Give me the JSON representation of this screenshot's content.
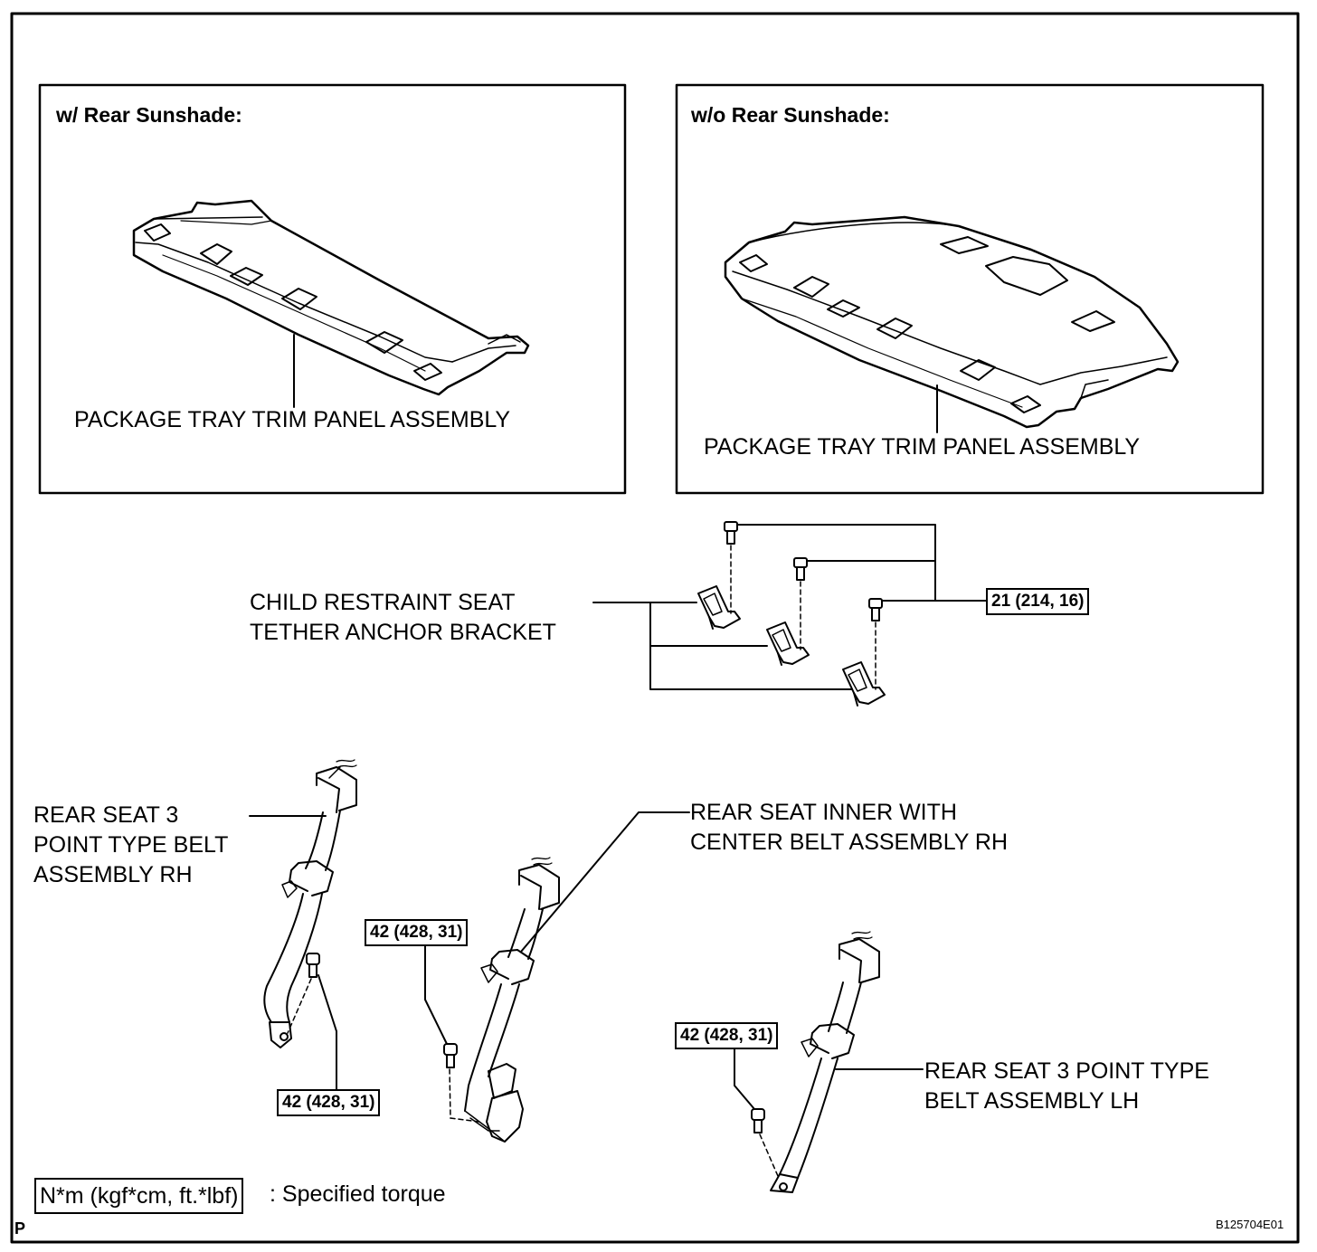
{
  "panels": {
    "with_sunshade": {
      "heading": "w/ Rear Sunshade:",
      "label": "PACKAGE TRAY TRIM PANEL ASSEMBLY"
    },
    "without_sunshade": {
      "heading": "w/o Rear Sunshade:",
      "label": "PACKAGE TRAY TRIM PANEL ASSEMBLY"
    }
  },
  "tether_bracket": {
    "label_lines": [
      "CHILD RESTRAINT SEAT",
      "TETHER ANCHOR BRACKET"
    ],
    "torque": "21 (214, 16)"
  },
  "belt_rh": {
    "label_lines": [
      "REAR SEAT 3",
      "POINT TYPE BELT",
      "ASSEMBLY RH"
    ],
    "torque": "42 (428, 31)"
  },
  "belt_center": {
    "label_lines": [
      "REAR SEAT INNER WITH",
      "CENTER BELT ASSEMBLY RH"
    ],
    "torque": "42 (428, 31)"
  },
  "belt_lh": {
    "label_lines": [
      "REAR SEAT 3 POINT TYPE",
      "BELT ASSEMBLY LH"
    ],
    "torque": "42 (428, 31)"
  },
  "legend": {
    "unit": "N*m (kgf*cm, ft.*lbf)",
    "text": ": Specified torque"
  },
  "figure_code": "B125704E01",
  "corner_mark": "P"
}
